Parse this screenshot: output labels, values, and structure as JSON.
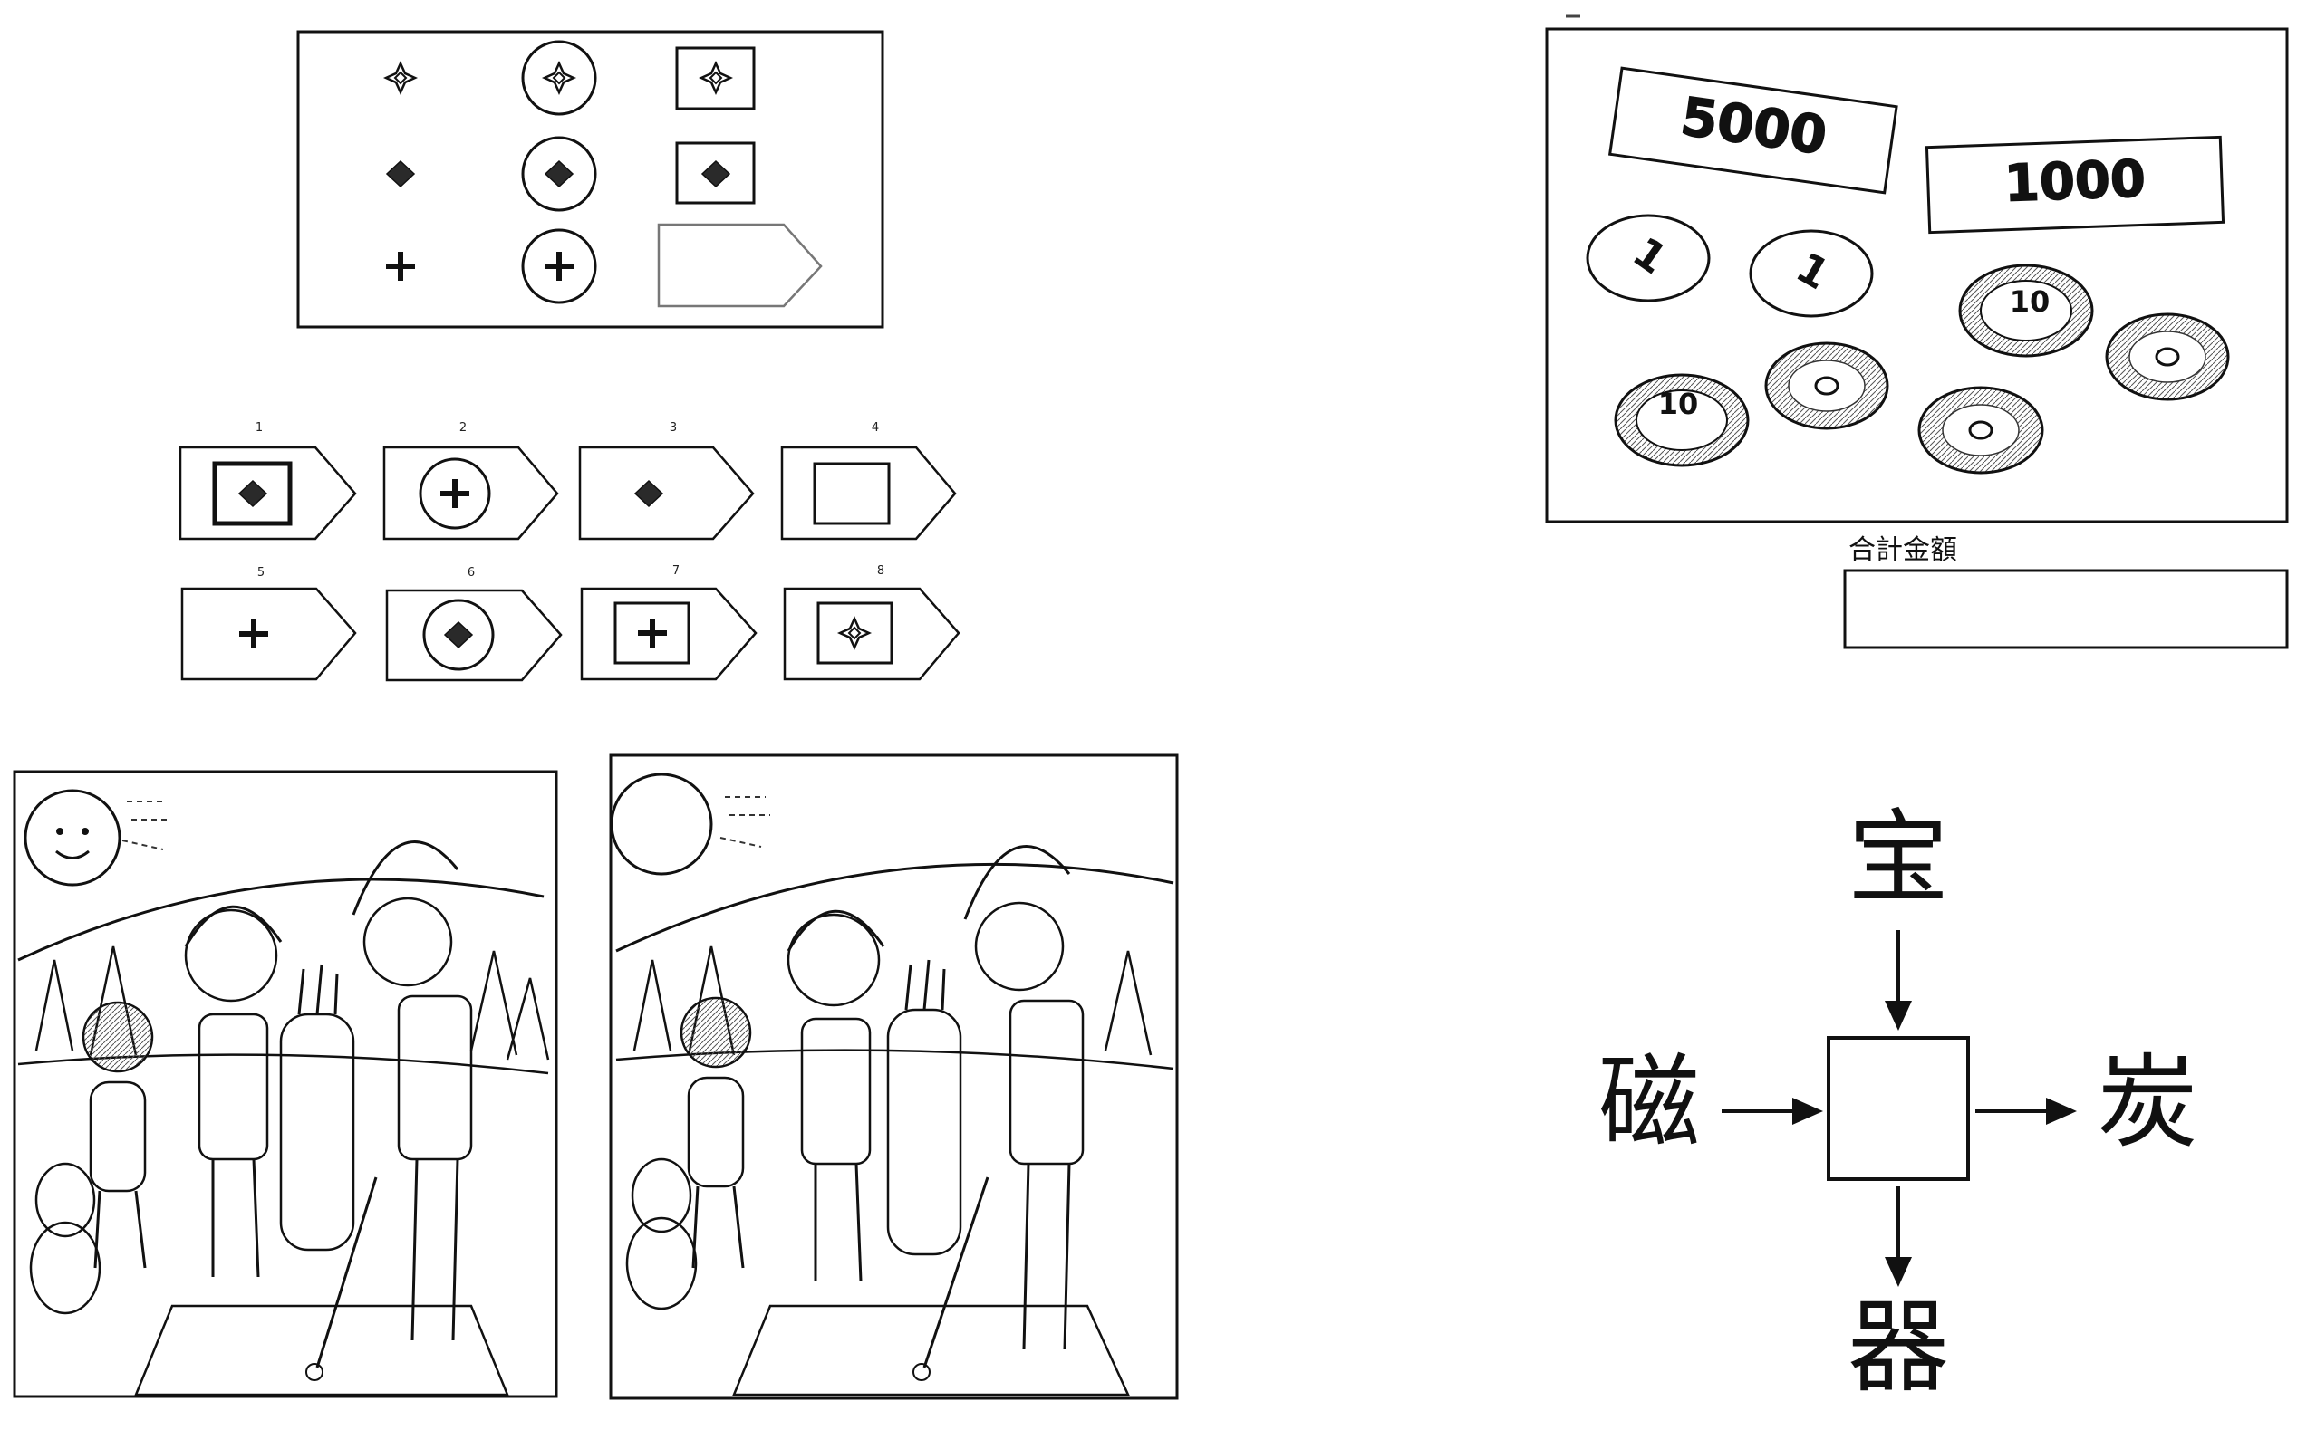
{
  "pattern_puzzle": {
    "option_numbers": [
      "1",
      "2",
      "3",
      "4",
      "5",
      "6",
      "7",
      "8"
    ]
  },
  "money_task": {
    "bills": [
      "5000",
      "1000"
    ],
    "coins": [
      "1",
      "1",
      "10",
      "10"
    ],
    "total_label": "合計金額"
  },
  "kanji_puzzle": {
    "top": "宝",
    "left": "磁",
    "right": "炭",
    "bottom": "器"
  },
  "spot_difference": {
    "panel_count": 2
  }
}
